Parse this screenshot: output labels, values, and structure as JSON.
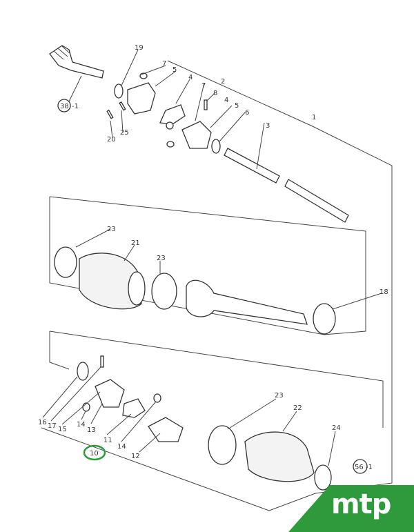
{
  "labels": {
    "p1": "1",
    "p2": "2",
    "p3": "3",
    "p4": "4",
    "p5a": "5",
    "p5b": "5",
    "p6": "6",
    "p7a": "7",
    "p7b": "7",
    "p8": "8",
    "p4b": "4",
    "p19": "19",
    "p20": "20",
    "p25": "25",
    "ref38": "38",
    "ref38suffix": "-1",
    "p23a": "23",
    "p21": "21",
    "p23b": "23",
    "p18": "18",
    "p16": "16",
    "p17": "17",
    "p15": "15",
    "p14a": "14",
    "p13": "13",
    "p10": "10",
    "p11": "11",
    "p14b": "14",
    "p12": "12",
    "p23c": "23",
    "p22": "22",
    "p24": "24",
    "ref56": "56",
    "ref56suffix": "-1"
  },
  "highlight": {
    "label": "10",
    "color": "#2e9a3c"
  },
  "logo": {
    "text": "mtp",
    "color": "#2e9a3c"
  }
}
